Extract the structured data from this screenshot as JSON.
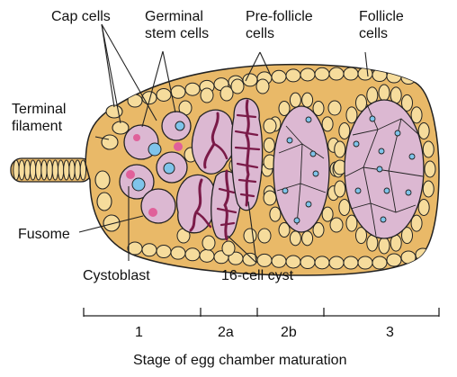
{
  "labels": {
    "cap_cells": "Cap cells",
    "germinal_stem_cells": "Germinal\nstem cells",
    "pre_follicle_cells": "Pre-follicle\ncells",
    "follicle_cells": "Follicle\ncells",
    "terminal_filament": "Terminal\nfilament",
    "fusome": "Fusome",
    "cystoblast": "Cystoblast",
    "sixteen_cell_cyst": "16-cell cyst"
  },
  "stage_axis": {
    "title": "Stage of egg chamber maturation",
    "stages": [
      "1",
      "2a",
      "2b",
      "3"
    ]
  },
  "colors": {
    "outline": "#222222",
    "tissue": "#e9b968",
    "cell_fill": "#f6dc9c",
    "cyst_fill": "#dcb8d2",
    "fusome": "#7a1a48",
    "nucleus": "#7fc4ea",
    "pink_dot": "#e0609a"
  }
}
